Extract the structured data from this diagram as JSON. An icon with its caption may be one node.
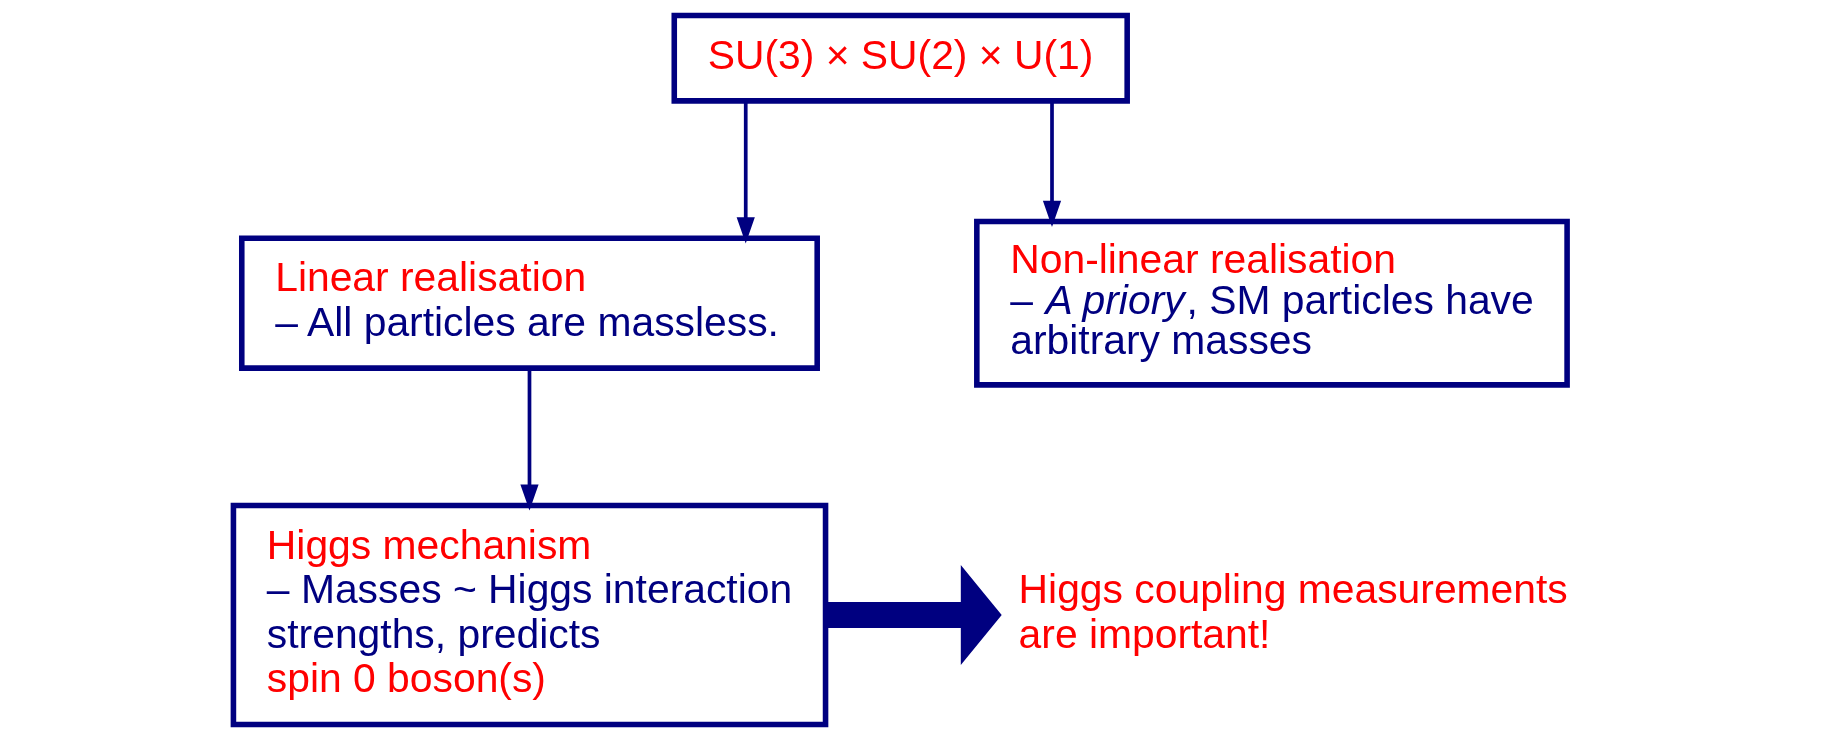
{
  "diagram": {
    "nodes": [
      {
        "text": [
          "SU(3) × SU(2) × U(1)"
        ]
      },
      {
        "text": [
          "Linear realisation",
          "– All particles are massless."
        ]
      },
      {
        "text": [
          "Non-linear realisation",
          "– *A priory*, SM particles have arbitrary masses"
        ]
      },
      {
        "text": [
          "Higgs mechanism",
          "– Masses ~ Higgs interaction strengths, predicts",
          "spin 0 boson(s)"
        ]
      },
      {
        "text": [
          "Higgs coupling measurements are important!"
        ]
      }
    ],
    "edges": [
      {
        "from": 0,
        "to": 1,
        "arrow": "to"
      },
      {
        "from": 0,
        "to": 2,
        "arrow": "to"
      },
      {
        "from": 1,
        "to": 3,
        "arrow": "to"
      },
      {
        "from": 3,
        "to": 4,
        "arrow": "to",
        "style": "thick"
      }
    ]
  }
}
